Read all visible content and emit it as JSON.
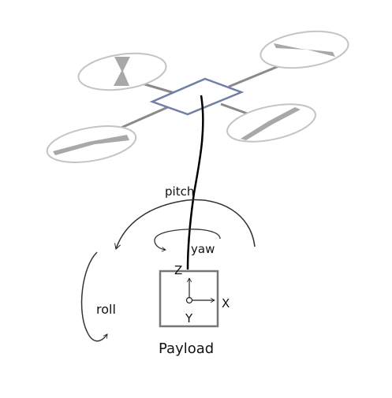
{
  "labels": {
    "pitch": "pitch",
    "yaw": "yaw",
    "roll": "roll",
    "axis_z": "Z",
    "axis_x": "X",
    "axis_y": "Y",
    "payload": "Payload"
  },
  "colors": {
    "frame": "#6f7fa6",
    "arm": "#8a8a8a",
    "rotor_outline": "#c4c4c4",
    "propeller": "#a8a8a8",
    "cable": "#000000",
    "payload_box": "#777777",
    "rotation_arrows": "#333333",
    "text": "#111111"
  }
}
